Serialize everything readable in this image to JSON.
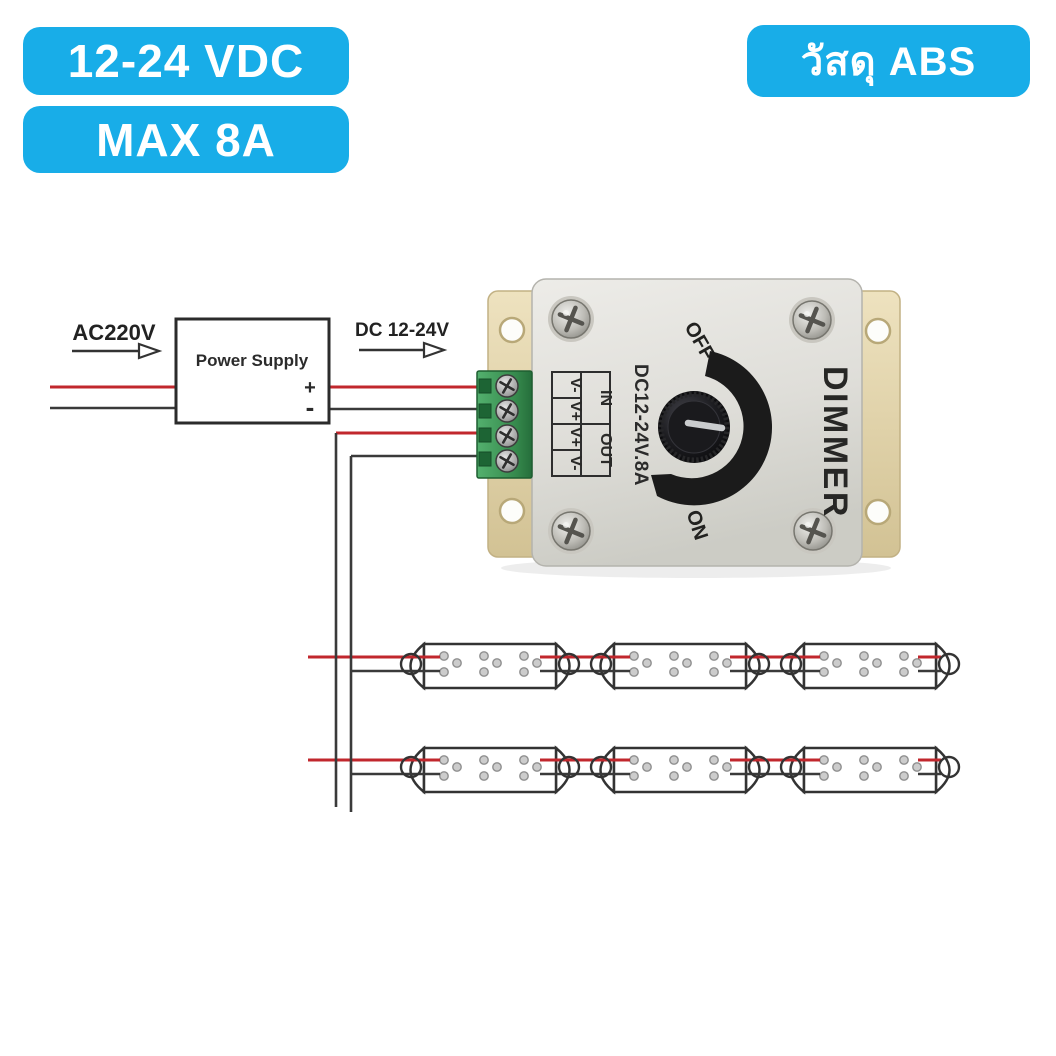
{
  "badges": {
    "voltage": "12-24 VDC",
    "current": "MAX 8A",
    "material": "วัสดุ ABS",
    "bg_color": "#18ade8",
    "text_color": "#ffffff"
  },
  "wiring": {
    "input_label": "AC220V",
    "output_label": "DC 12-24V",
    "power_supply": {
      "title": "Power Supply",
      "plus": "+",
      "minus": "-"
    },
    "colors": {
      "positive": "#c1272d",
      "negative": "#3a3a3a"
    }
  },
  "device": {
    "name": "DIMMER",
    "rating": "DC12-24V.8A",
    "off": "OFF",
    "on": "ON",
    "io_table": {
      "in": "IN",
      "out": "OUT",
      "pins": [
        "V-",
        "V+",
        "V+",
        "V-"
      ]
    },
    "colors": {
      "mount_plate": "#decfa4",
      "cover": "#e2e1dc",
      "terminal": "#3f9e5a",
      "knob": "#141416",
      "marking": "#2a2a28"
    }
  },
  "led_strips": {
    "rows": 2,
    "modules_per_row": 3,
    "led_clusters_per_module": 3
  }
}
